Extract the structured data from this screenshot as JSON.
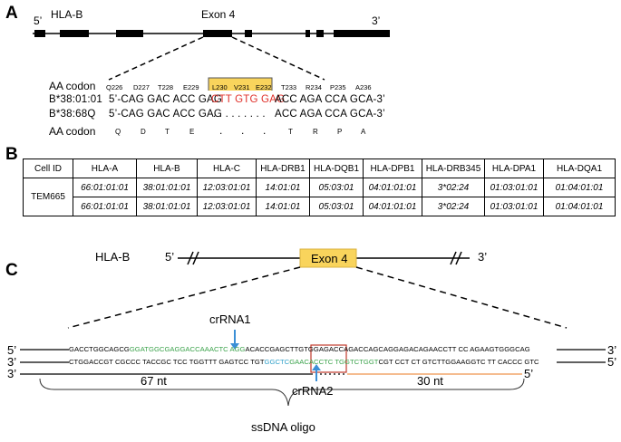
{
  "panelA": {
    "label": "A",
    "gene": "HLA-B",
    "five_prime": "5’",
    "three_prime": "3’",
    "exon_label": "Exon 4",
    "codon_row_title": "AA codon",
    "codons_left": [
      "Q226",
      "D227",
      "T228",
      "E229"
    ],
    "codons_mid": [
      "L230",
      "V231",
      "E232"
    ],
    "codons_right": [
      "T233",
      "R234",
      "P235",
      "A236"
    ],
    "allele1_name": "B*38:01:01",
    "allele1_left": "5’-CAG GAC ACC GAG",
    "allele1_mid": "CTT GTG GAG",
    "allele1_right": "ACC AGA CCA GCA-3’",
    "allele2_name": "B*38:68Q",
    "allele2_left": "5’-CAG GAC ACC GAG",
    "allele2_mid": ". . .  . . .  . . .",
    "allele2_right": "ACC AGA CCA GCA-3’",
    "aa_row_title": "AA codon",
    "aa_left": [
      "Q",
      "D",
      "T",
      "E"
    ],
    "aa_mid": [
      ".",
      ".",
      "."
    ],
    "aa_right": [
      "T",
      "R",
      "P",
      "A"
    ],
    "highlight_color": "#f9d45c"
  },
  "panelB": {
    "label": "B",
    "headers": [
      "Cell ID",
      "HLA-A",
      "HLA-B",
      "HLA-C",
      "HLA-DRB1",
      "HLA-DQB1",
      "HLA-DPB1",
      "HLA-DRB345",
      "HLA-DPA1",
      "HLA-DQA1"
    ],
    "cell_id": "TEM665",
    "rows": [
      [
        "66:01:01:01",
        "38:01:01:01",
        "12:03:01:01",
        "14:01:01",
        "05:03:01",
        "04:01:01:01",
        "3*02:24",
        "01:03:01:01",
        "01:04:01:01"
      ],
      [
        "66:01:01:01",
        "38:01:01:01",
        "12:03:01:01",
        "14:01:01",
        "05:03:01",
        "04:01:01:01",
        "3*02:24",
        "01:03:01:01",
        "01:04:01:01"
      ]
    ]
  },
  "panelC": {
    "label": "C",
    "gene": "HLA-B",
    "five_prime": "5’",
    "three_prime": "3’",
    "exon_label": "Exon 4",
    "crrna1": "crRNA1",
    "crrna2": "crRNA2",
    "top_left_end": "5’",
    "top_right_end": "3’",
    "bottom_left_end": "3’",
    "bottom_right_end": "5’",
    "oligo_left_end": "3’",
    "oligo_right_end": "5’",
    "top_seq_a": "GACCTGGCAGCG",
    "top_seq_green": "GGATGGCGAGGACCAAACTC",
    "top_seq_cyan": " AGG",
    "top_seq_b": "ACACCGAG",
    "top_seq_box": "CTTGTGGAG",
    "top_seq_c": "ACCAGACCAGCAGGAGACAGAACCTT CC AGAAGTGGGCAG",
    "bot_seq_a": "CTGGACCGT CGCCC TACCGC TCC TGGTTT GAGTCC TGT",
    "bot_seq_cyan": "GGCTC",
    "bot_seq_green": "GAACACCTC TGGTCTGGT",
    "bot_seq_c": "CGT CCT CT GTCTTGGAAGGTC TT CACCC GTC",
    "left_len": "67 nt",
    "right_len": "30 nt",
    "oligo_label": "ssDNA oligo",
    "green_color": "#3aa24a",
    "cyan_color": "#2e9fc8",
    "arrow_color": "#3b8fd6",
    "box_color": "#c0392b",
    "exon_fill": "#f9d45c",
    "oligo_right_color": "#f2a56b"
  }
}
